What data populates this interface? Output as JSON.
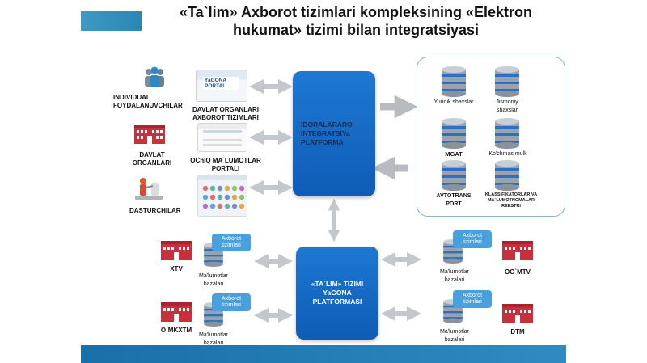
{
  "title": "«Ta`lim» Axborot tizimlari kompleksining «Elektron hukumat» tizimi bilan integratsiyasi",
  "sources": {
    "individuals": "INDIVIDUAL FOYDALANUVCHILAR",
    "state_bodies": "DAVLAT ORGANLARI",
    "developers": "DASTURCHILAR"
  },
  "portals": {
    "single_portal_logo_line1": "YaGONA",
    "single_portal_logo_line2": "PORTAL",
    "state_is": "DAVLAT ORGANLARI AXBOROT TIZIMLARI",
    "open_data": "OChIQ MA`LUMOTLAR PORTALI"
  },
  "interagency_platform": "IDORALARARO INTEGRATSIYa PLATFORMA",
  "talim_platform": "«TA`LIM» TIZIMI YaGONA PLATFORMASI",
  "registries": [
    {
      "label": "Yuridik shaxslar"
    },
    {
      "label": "Jismoniy shaxslar"
    },
    {
      "label": "MGAT"
    },
    {
      "label": "Ko'chmas mulk"
    },
    {
      "label": "AVTOTRANS PORT"
    },
    {
      "label": "KLASSIFIKATORLAR VA MA`LUMOTNOMALAR REESTRI"
    }
  ],
  "left_nodes": [
    {
      "org": "XTV",
      "callout": "Axborot tizimlari",
      "db": "Ma'lumotlar bazalari"
    },
    {
      "org": "O`MKXTM",
      "callout": "Axborot tizimlari",
      "db": "Ma'lumotlar bazalari"
    }
  ],
  "right_nodes": [
    {
      "org": "OO`MTV",
      "callout": "Axborot tizimlari",
      "db": "Ma'lumotlar bazalari"
    },
    {
      "org": "DTM",
      "callout": "Axborot tizimlari",
      "db": "Ma'lumotlar bazalari"
    }
  ],
  "colors": {
    "platform_blue": "#1e78d2",
    "callout_blue": "#4aa0dc",
    "building_red": "#c8313b",
    "arrow_gray": "#c4c8cc",
    "db_silver": "#9aa3ad",
    "db_blue": "#2d6fc2",
    "bar_blue": "#2a86b3"
  }
}
